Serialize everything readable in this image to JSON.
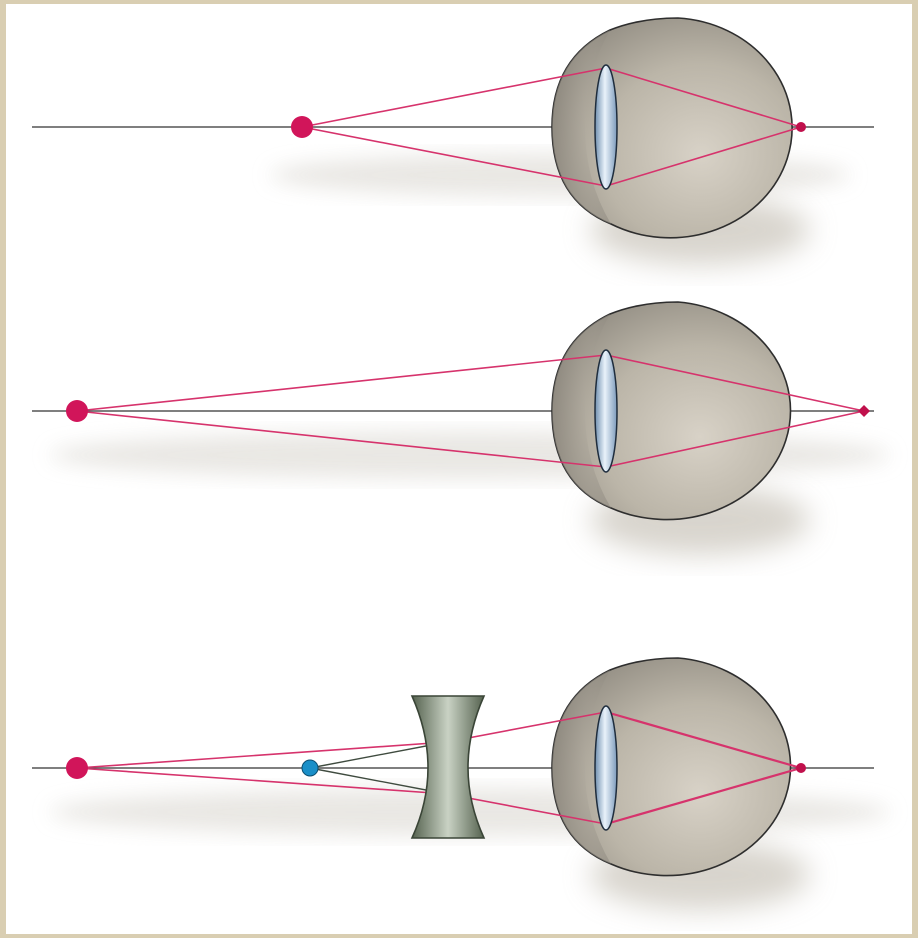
{
  "figure": {
    "description_hidden": "",
    "colors": {
      "background": "#ffffff",
      "border": "#d9ceb2",
      "axis": "#555555",
      "ray": "#d6336c",
      "object_point": "#d1155a",
      "virtual_image_point": "#1a8fc8",
      "eyeball": "#bdb7ab",
      "eyeball_outline": "#2e2e2e",
      "lens": "#c9dbeb",
      "corrective_lens": "#6f7d6f"
    },
    "panels": [
      {
        "id": "near-object-focused",
        "object_point": "object-point",
        "image_point": "retina-image-point",
        "corrective_lens": false
      },
      {
        "id": "far-object-focused-behind-retina",
        "object_point": "object-point",
        "image_point": "focus-behind-retina",
        "corrective_lens": false
      },
      {
        "id": "far-object-corrected-with-diverging-lens",
        "object_point": "object-point",
        "virtual_image": "virtual-image-point",
        "image_point": "retina-image-point",
        "corrective_lens": "concave-lens"
      }
    ]
  }
}
